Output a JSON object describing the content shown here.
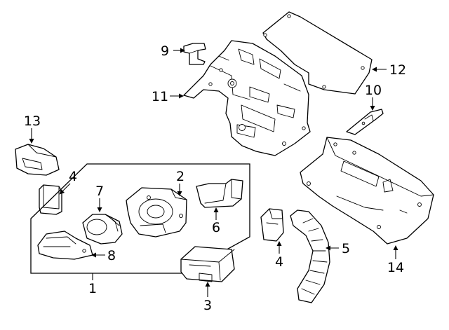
{
  "callouts": {
    "c1": "1",
    "c2": "2",
    "c3": "3",
    "c4a": "4",
    "c4b": "4",
    "c5": "5",
    "c6": "6",
    "c7": "7",
    "c8": "8",
    "c9": "9",
    "c10": "10",
    "c11": "11",
    "c12": "12",
    "c13": "13",
    "c14": "14"
  }
}
